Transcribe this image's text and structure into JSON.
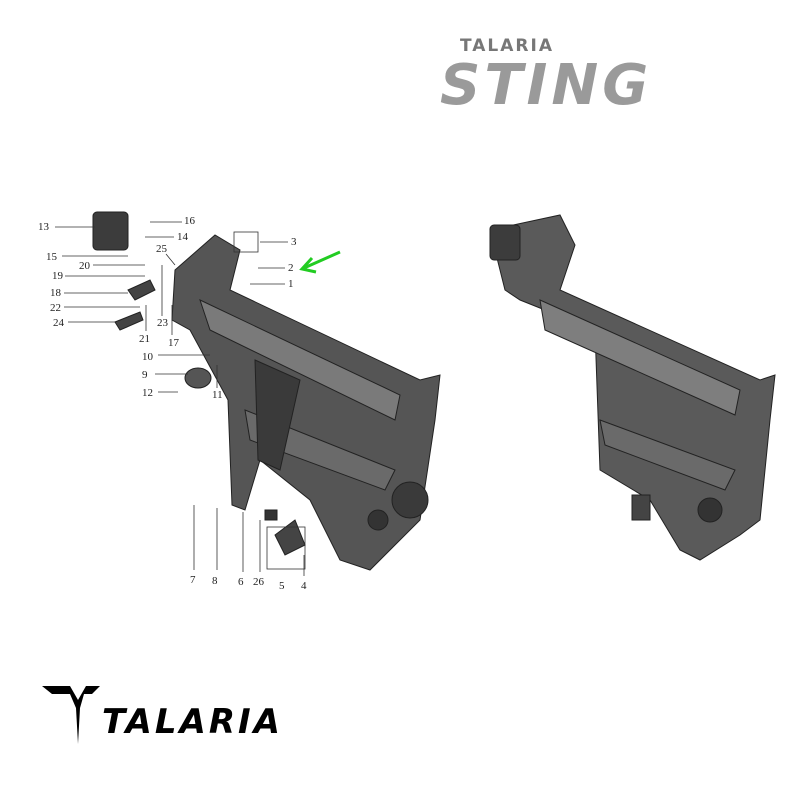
{
  "brand": {
    "top_logo_small": "TALARIA",
    "top_logo_big": "STING",
    "bottom_logo": "TALARIA",
    "accent_color": "#2ec4e6",
    "arrow_color": "#22cc22"
  },
  "callouts": {
    "c1": "1",
    "c2": "2",
    "c3": "3",
    "c4": "4",
    "c5": "5",
    "c6": "6",
    "c7": "7",
    "c8": "8",
    "c9": "9",
    "c10": "10",
    "c11": "11",
    "c12": "12",
    "c13": "13",
    "c14": "14",
    "c15": "15",
    "c16": "16",
    "c17": "17",
    "c18": "18",
    "c19": "19",
    "c20": "20",
    "c21": "21",
    "c22": "22",
    "c23": "23",
    "c24": "24",
    "c25": "25",
    "c26": "26"
  }
}
